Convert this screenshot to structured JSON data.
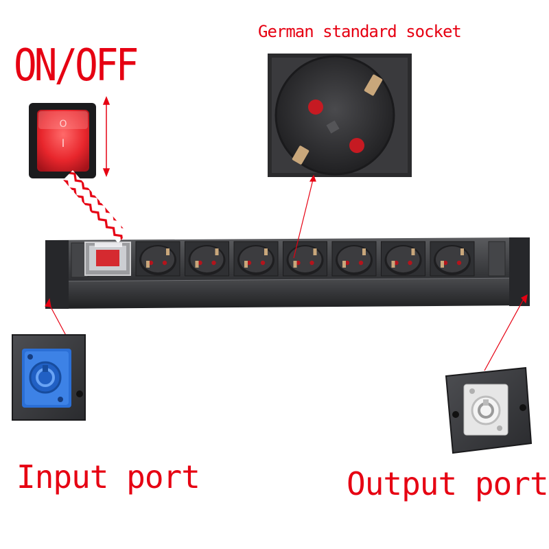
{
  "labels": {
    "on_off": "ON/OFF",
    "socket_callout": "German standard socket",
    "input": "Input port",
    "output": "Output port"
  },
  "switch_symbols": {
    "off": "O",
    "on": "I"
  },
  "socket_count": 7,
  "colors": {
    "label_red": "#e60012",
    "housing": "#3a3b3e",
    "input_connector": "#2b6fd6",
    "output_connector": "#e6e6e6",
    "switch_red": "#e8262c"
  }
}
